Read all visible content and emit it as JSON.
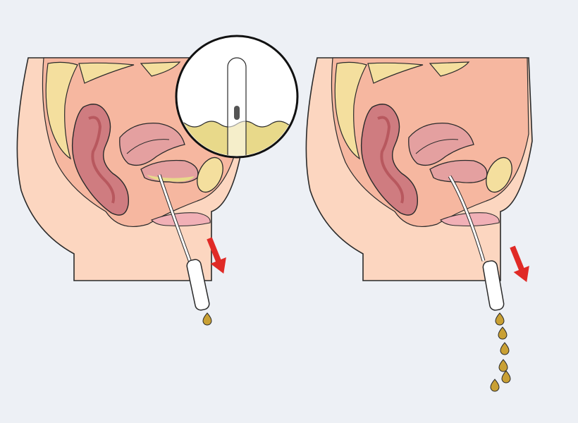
{
  "colors": {
    "background": "#edf0f5",
    "skin_light": "#fcd6c0",
    "skin_mid": "#f6b7a0",
    "organ_pink": "#e4a0a0",
    "organ_dark": "#cf7c80",
    "bone": "#f4df9e",
    "urine": "#e8d98a",
    "droplet": "#c9a034",
    "catheter": "#ffffff",
    "arrow": "#e02a26",
    "outline": "#2a2a2a"
  },
  "icons": {
    "arrow": "down-right-arrow-icon",
    "droplet": "urine-droplet-icon",
    "magnifier": "magnified-detail-circle"
  },
  "panels": [
    {
      "step": 1,
      "flow": "drip",
      "droplet_count": 1,
      "shows_magnified_inset": true
    },
    {
      "step": 2,
      "flow": "stream",
      "droplet_count": 6,
      "shows_magnified_inset": false
    }
  ]
}
